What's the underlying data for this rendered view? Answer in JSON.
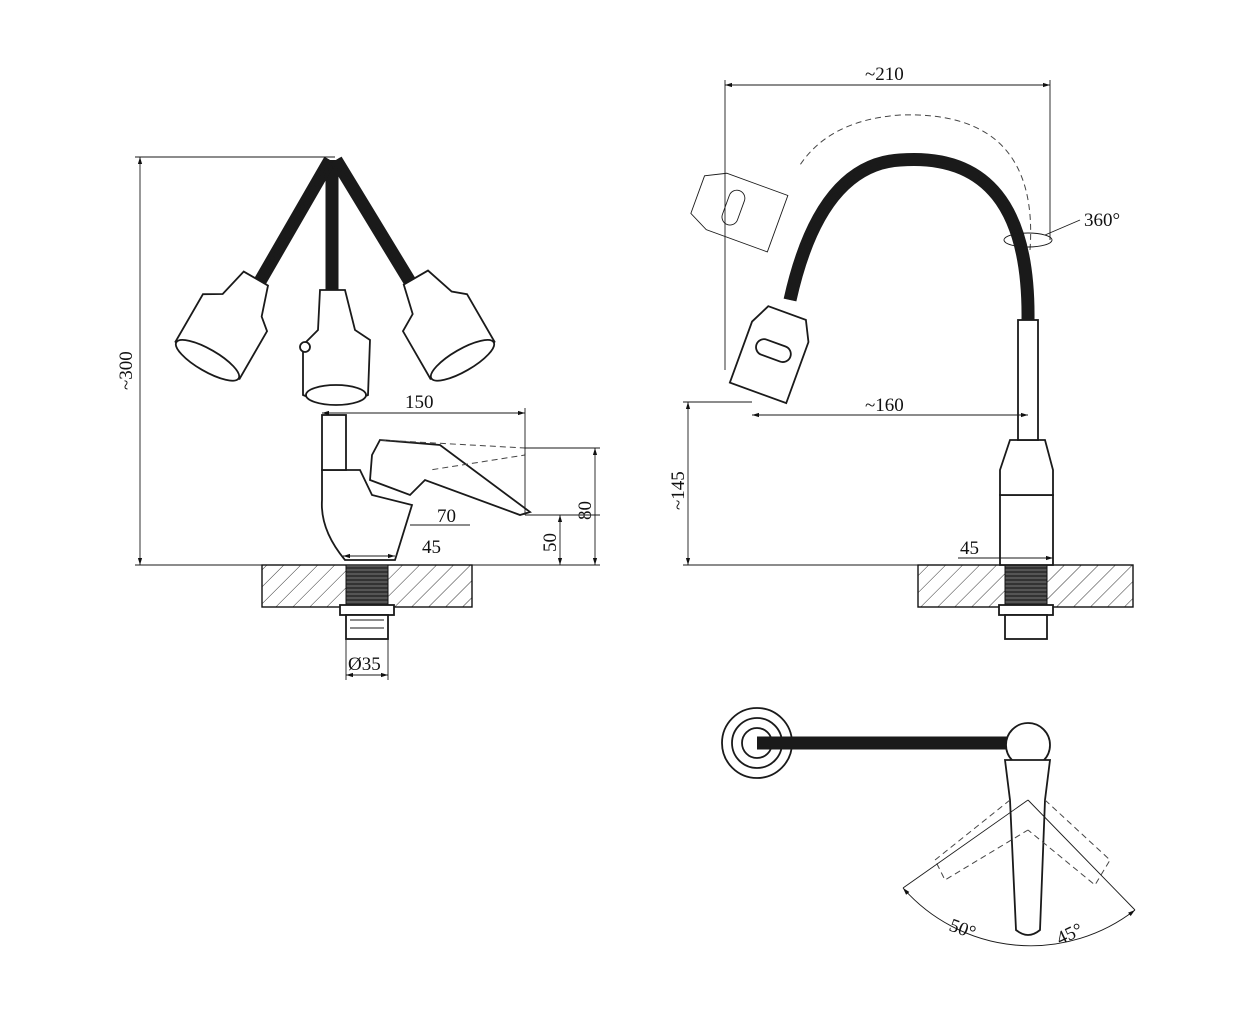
{
  "side_view": {
    "height_label": "~300",
    "spout_length_label": "150",
    "lever_reach_label": "70",
    "base_width_label": "45",
    "lever_height_label": "50",
    "total_lever_height_label": "80",
    "pipe_diameter_label": "Ø35"
  },
  "front_view": {
    "width_label": "~210",
    "rotation_label": "360°",
    "spout_reach_label": "~160",
    "spout_height_label": "~145",
    "base_width_label": "45"
  },
  "top_view": {
    "left_angle_label": "50°",
    "right_angle_label": "45°"
  }
}
